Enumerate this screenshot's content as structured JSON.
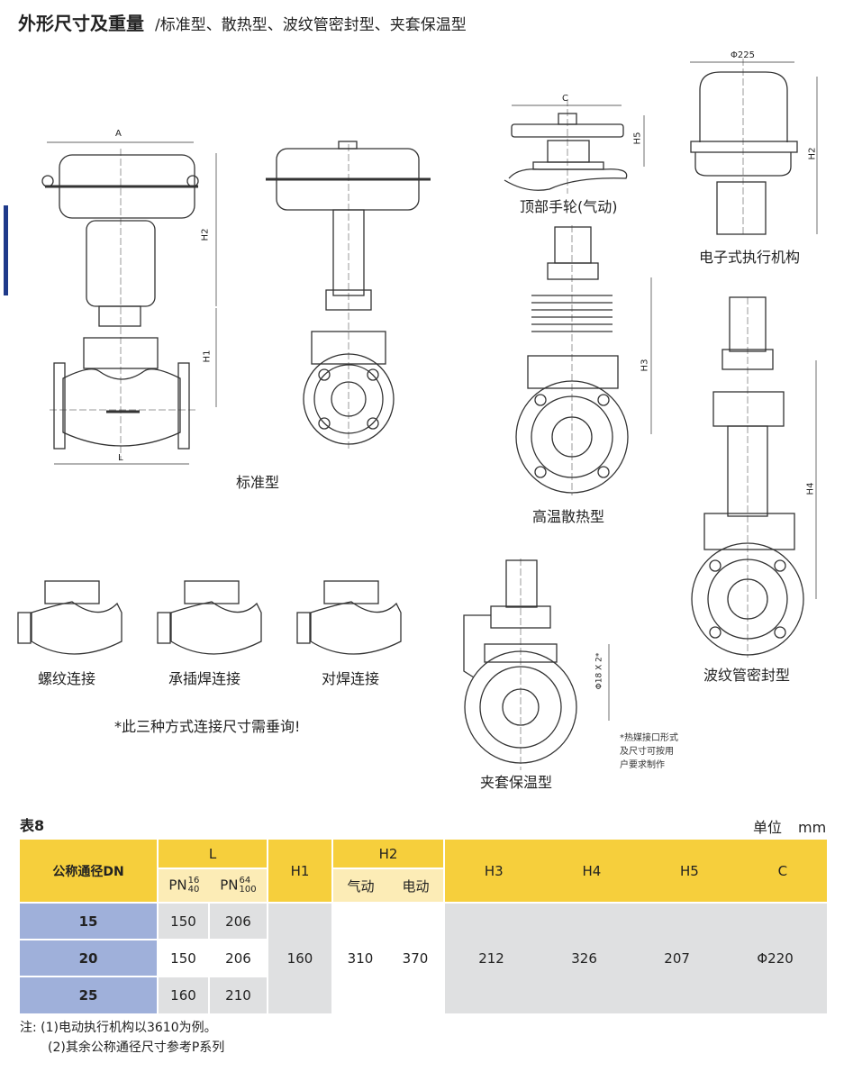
{
  "header": {
    "title": "外形尺寸及重量",
    "subtitle": "/标准型、散热型、波纹管密封型、夹套保温型"
  },
  "drawings": {
    "standard": {
      "caption": "标准型",
      "dims": [
        "A",
        "H2",
        "H1",
        "L"
      ]
    },
    "handwheel": {
      "caption": "顶部手轮(气动)",
      "dims": [
        "C",
        "H5"
      ]
    },
    "electric": {
      "caption": "电子式执行机构",
      "dims": [
        "Φ225",
        "H2"
      ]
    },
    "high_temp": {
      "caption": "高温散热型",
      "dims": [
        "H3"
      ]
    },
    "bellows": {
      "caption": "波纹管密封型",
      "dims": [
        "H4"
      ]
    },
    "threaded": {
      "caption": "螺纹连接"
    },
    "socket_weld": {
      "caption": "承插焊连接"
    },
    "butt_weld": {
      "caption": "对焊连接"
    },
    "connection_note": "*此三种方式连接尺寸需垂询!",
    "jacket": {
      "caption": "夹套保温型",
      "dim": "Φ18 X 2*",
      "note_lines": [
        "*热媒接口形式",
        "及尺寸可按用",
        "户要求制作"
      ]
    }
  },
  "table": {
    "title": "表8",
    "unit_label": "单位",
    "unit": "mm",
    "headers": {
      "dn": "公称通径DN",
      "L": "L",
      "L_sub": [
        {
          "base": "PN",
          "sup": "16",
          "sub": "40"
        },
        {
          "base": "PN",
          "sup": "64",
          "sub": "100"
        }
      ],
      "H1": "H1",
      "H2": "H2",
      "H2_sub": [
        "气动",
        "电动"
      ],
      "H3": "H3",
      "H4": "H4",
      "H5": "H5",
      "C": "C"
    },
    "rows": [
      {
        "dn": "15",
        "L_pn40": "150",
        "L_pn100": "206"
      },
      {
        "dn": "20",
        "L_pn40": "150",
        "L_pn100": "206"
      },
      {
        "dn": "25",
        "L_pn40": "160",
        "L_pn100": "210"
      }
    ],
    "shared": {
      "H1": "160",
      "H2_pneumatic": "310",
      "H2_electric": "370",
      "H3": "212",
      "H4": "326",
      "H5": "207",
      "C": "Φ220"
    },
    "colors": {
      "header": "#f6cf3c",
      "subheader": "#fcecb6",
      "dn_cell": "#9fb0da",
      "value_cell": "#dfe0e1"
    }
  },
  "notes": [
    "注: (1)电动执行机构以3610为例。",
    "(2)其余公称通径尺寸参考P系列"
  ]
}
